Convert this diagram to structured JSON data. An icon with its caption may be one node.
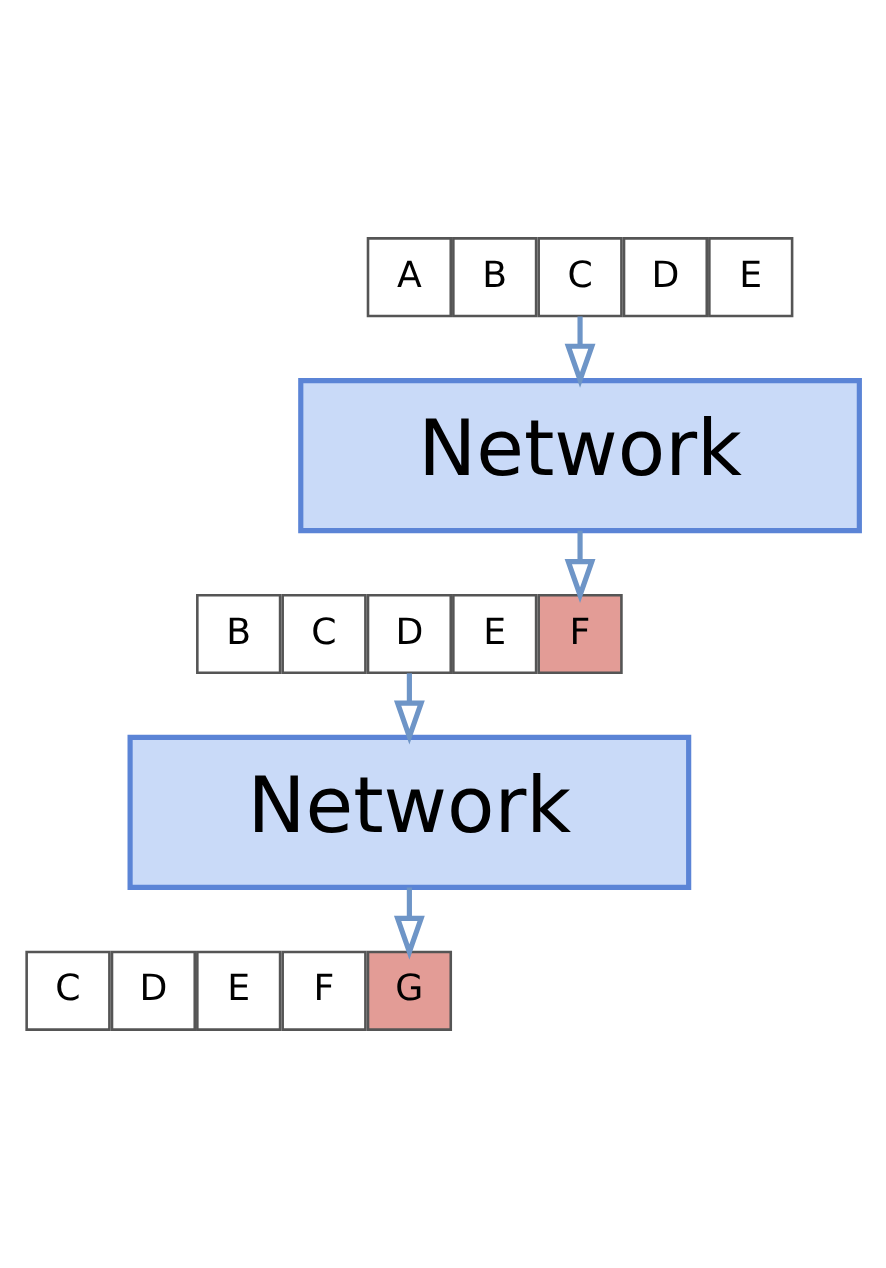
{
  "diagram": {
    "nodes": [
      {
        "text": [
          "A"
        ]
      },
      {
        "text": [
          "B"
        ]
      },
      {
        "text": [
          "C"
        ]
      },
      {
        "text": [
          "D"
        ]
      },
      {
        "text": [
          "E"
        ]
      },
      {
        "text": [
          "Network"
        ]
      },
      {
        "text": [
          "B"
        ]
      },
      {
        "text": [
          "C"
        ]
      },
      {
        "text": [
          "D"
        ]
      },
      {
        "text": [
          "E"
        ]
      },
      {
        "text": [
          "F"
        ]
      },
      {
        "text": [
          "Network"
        ]
      },
      {
        "text": [
          "C"
        ]
      },
      {
        "text": [
          "D"
        ]
      },
      {
        "text": [
          "E"
        ]
      },
      {
        "text": [
          "F"
        ]
      },
      {
        "text": [
          "G"
        ]
      }
    ],
    "edges": [
      {
        "from": 2,
        "to": 5,
        "arrow": "to"
      },
      {
        "from": 5,
        "to": 10,
        "arrow": "to"
      },
      {
        "from": 8,
        "to": 11,
        "arrow": "to"
      },
      {
        "from": 11,
        "to": 16,
        "arrow": "to"
      }
    ]
  }
}
